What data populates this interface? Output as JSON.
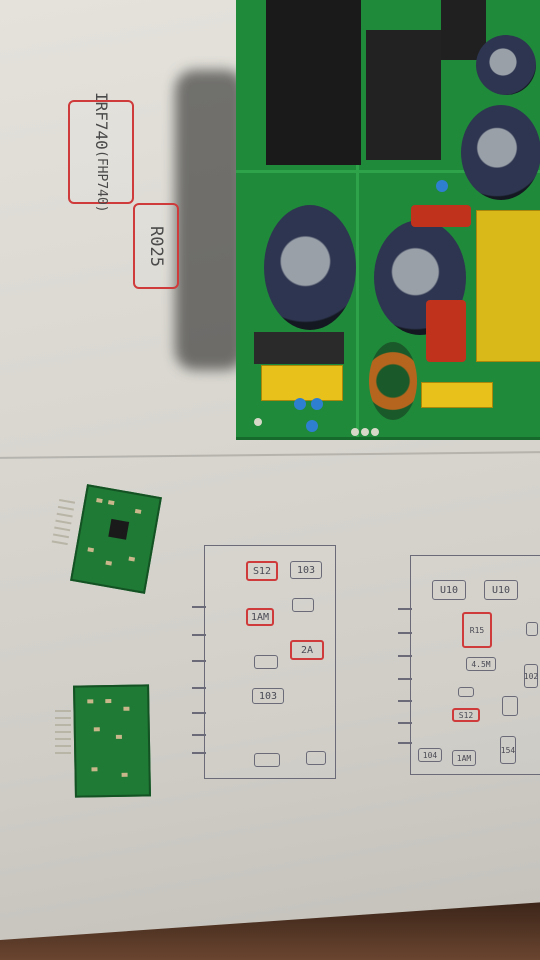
{
  "note_primary": {
    "line1": "IRF740",
    "line2": "(FHP740)"
  },
  "note_resistor": {
    "text": "R025"
  },
  "left_sketch": {
    "parts": [
      "S12",
      "103",
      "1AM",
      "",
      "2A",
      "",
      "103",
      "",
      ""
    ]
  },
  "right_sketch": {
    "parts": [
      "U10",
      "U10",
      "R15",
      "",
      "4.5M",
      "",
      "102",
      "S12",
      "",
      "104",
      "1AM",
      "154"
    ]
  },
  "colors": {
    "annotation_red": "#cf3a3a",
    "pcb_green": "#1f8a3a",
    "pencil": "#6a6a78"
  }
}
